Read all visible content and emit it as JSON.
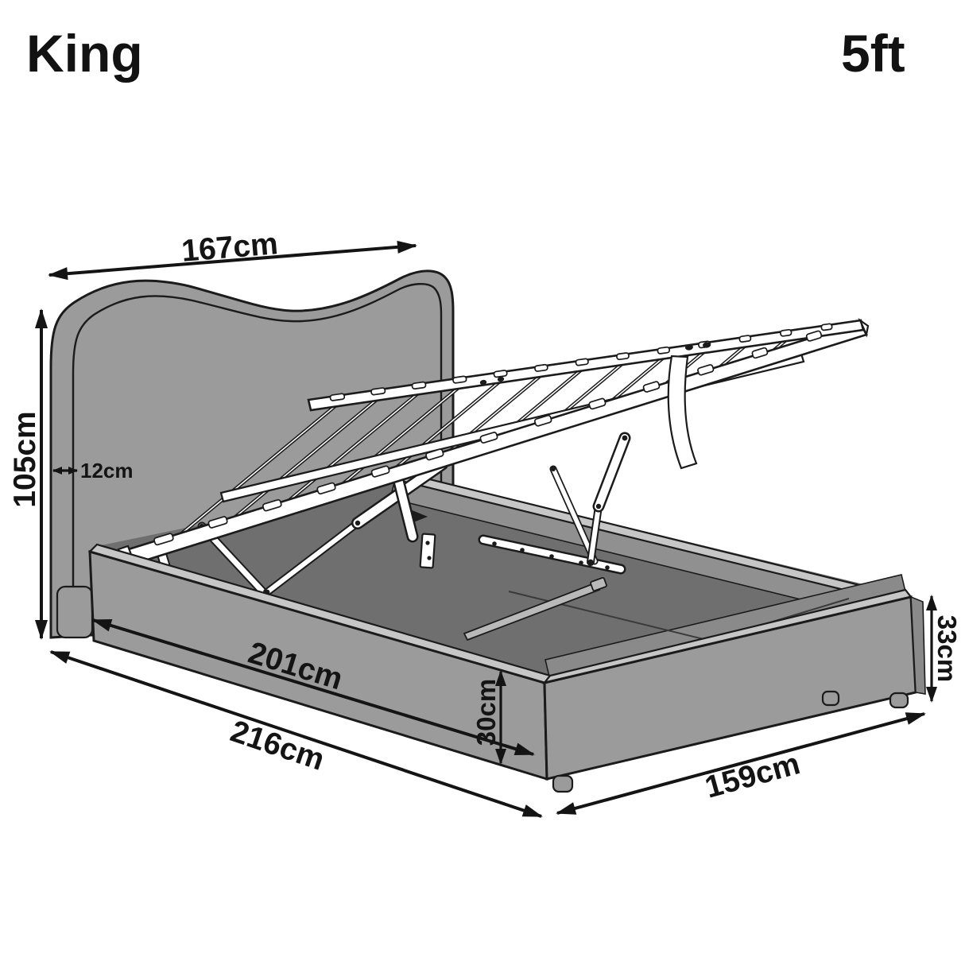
{
  "labels": {
    "size_name": "King",
    "size_feet": "5ft"
  },
  "measurements": {
    "headboard_width": "167cm",
    "headboard_height": "105cm",
    "headboard_depth": "12cm",
    "internal_length": "201cm",
    "overall_length": "216cm",
    "storage_depth": "30cm",
    "overall_width": "159cm",
    "base_height": "33cm"
  },
  "diagram": {
    "subject": "King size 5ft ottoman storage bed with lift-up slatted base",
    "colors": {
      "background": "#ffffff",
      "upholstery_gray": "#9b9b9b",
      "upholstery_top_gray": "#c6c6c6",
      "storage_floor_gray": "#6f6f6f",
      "storage_wall_gray": "#909090",
      "frame_white": "#ffffff",
      "outline_black": "#1b1b1b",
      "dimension_text": "#141414"
    }
  }
}
